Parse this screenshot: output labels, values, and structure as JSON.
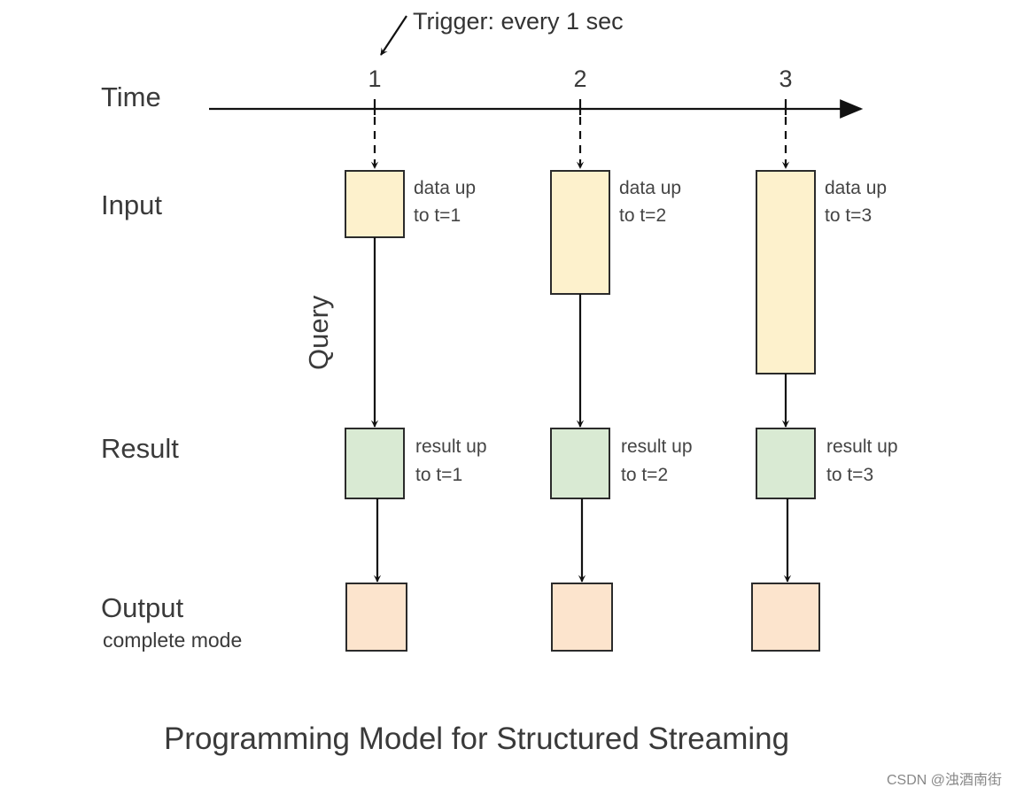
{
  "labels": {
    "time": "Time",
    "input": "Input",
    "query": "Query",
    "result": "Result",
    "output": "Output",
    "output_mode": "complete mode",
    "trigger": "Trigger: every 1 sec",
    "title": "Programming Model for Structured Streaming",
    "watermark": "CSDN @浊酒南街"
  },
  "colors": {
    "input_fill": "#fdf1cc",
    "result_fill": "#d9ead3",
    "output_fill": "#fce4cd",
    "stroke": "#2b2b2b"
  },
  "ticks": [
    {
      "label": "1",
      "input_text": [
        "data up",
        "to t=1"
      ],
      "result_text": [
        "result up",
        "to t=1"
      ],
      "input_height_units": 1
    },
    {
      "label": "2",
      "input_text": [
        "data up",
        "to t=2"
      ],
      "result_text": [
        "result up",
        "to t=2"
      ],
      "input_height_units": 2
    },
    {
      "label": "3",
      "input_text": [
        "data up",
        "to t=3"
      ],
      "result_text": [
        "result up",
        "to t=3"
      ],
      "input_height_units": 3
    }
  ]
}
